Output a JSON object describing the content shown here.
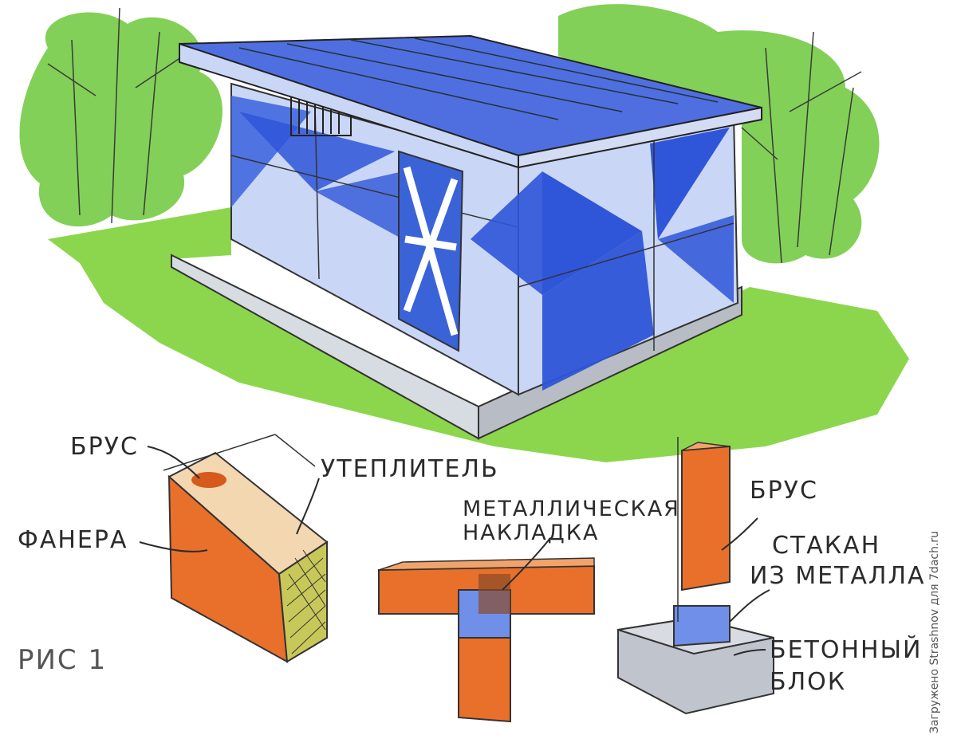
{
  "labels": {
    "brus_panel": "БРУС",
    "insulation": "УТЕПЛИТЕЛЬ",
    "plywood": "ФАНЕРА",
    "metal_plate_line1": "МЕТАЛЛИЧЕСКАЯ",
    "metal_plate_line2": "НАКЛАДКА",
    "brus_post": "БРУС",
    "cup_line1": "СТАКАН",
    "cup_line2": "ИЗ МЕТАЛЛА",
    "concrete_line1": "БЕТОННЫЙ",
    "concrete_line2": "БЛОК",
    "figure_caption": "РИС 1"
  },
  "watermark": "Загружено Strashnov для 7dach.ru",
  "colors": {
    "roof": "#4f6fe0",
    "wall_blue": "#2f55d8",
    "wall_light": "#c9d6f5",
    "grass": "#7fd23a",
    "wood": "#e8702a",
    "insulation": "#c8c85a",
    "concrete": "#c0c4cc",
    "metal": "#6f8fe8"
  }
}
